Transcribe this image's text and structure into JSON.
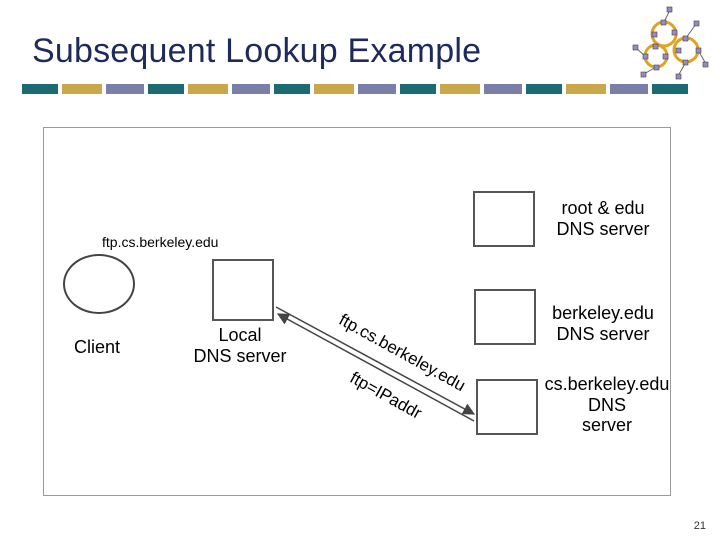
{
  "title": "Subsequent Lookup Example",
  "colors": {
    "title": "#1f2a5c",
    "stripe_teal": "#1c6b72",
    "stripe_gold": "#c9a84c",
    "stripe_slate": "#7a7fa8",
    "logo_orange": "#e0a320",
    "logo_node": "#9a8abf"
  },
  "icons": [
    "network-logo-icon"
  ],
  "diagram": {
    "query_label": "ftp.cs.berkeley.edu",
    "client_label": "Client",
    "local_server_label": "Local\nDNS server",
    "root_server_label": "root & edu\nDNS server",
    "berkeley_server_label": "berkeley.edu\nDNS server",
    "cs_server_label": "cs.berkeley.edu\nDNS\nserver",
    "request_text": "ftp.cs.berkeley.edu",
    "reply_text": "ftp=IPaddr"
  },
  "page_number": "21"
}
